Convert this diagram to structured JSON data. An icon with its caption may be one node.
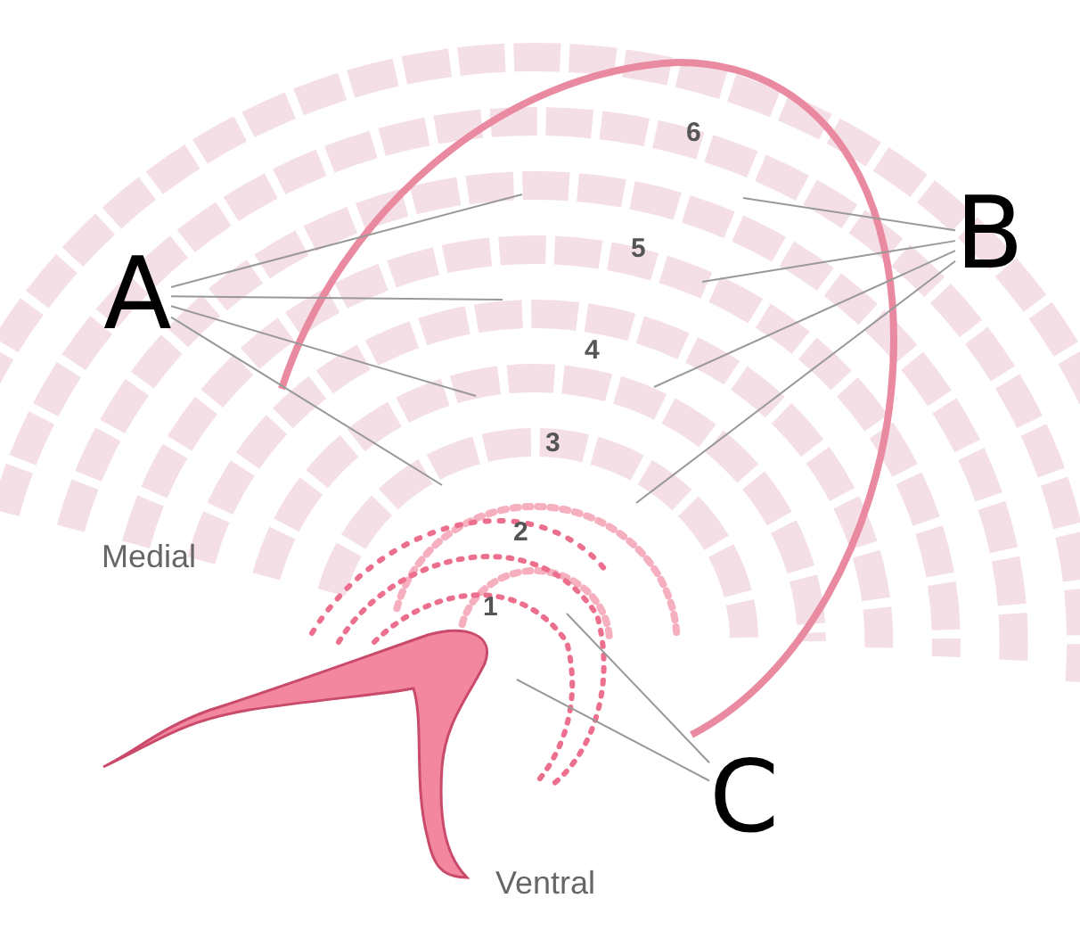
{
  "diagram": {
    "nodes": [
      {
        "text": [
          "A"
        ]
      },
      {
        "text": [
          "B"
        ]
      },
      {
        "text": [
          "C"
        ]
      }
    ],
    "edges": [
      {
        "from": 0,
        "to": null,
        "arrow": "none"
      },
      {
        "from": 0,
        "to": null,
        "arrow": "none"
      },
      {
        "from": 0,
        "to": null,
        "arrow": "none"
      },
      {
        "from": 0,
        "to": null,
        "arrow": "none"
      },
      {
        "from": 1,
        "to": null,
        "arrow": "none"
      },
      {
        "from": 1,
        "to": null,
        "arrow": "none"
      },
      {
        "from": 1,
        "to": null,
        "arrow": "none"
      },
      {
        "from": 1,
        "to": null,
        "arrow": "none"
      },
      {
        "from": 2,
        "to": null,
        "arrow": "none"
      },
      {
        "from": 2,
        "to": null,
        "arrow": "none"
      }
    ],
    "labels": [
      "6",
      "5",
      "4",
      "3",
      "Medial",
      "2",
      "1",
      "Ventral"
    ]
  }
}
